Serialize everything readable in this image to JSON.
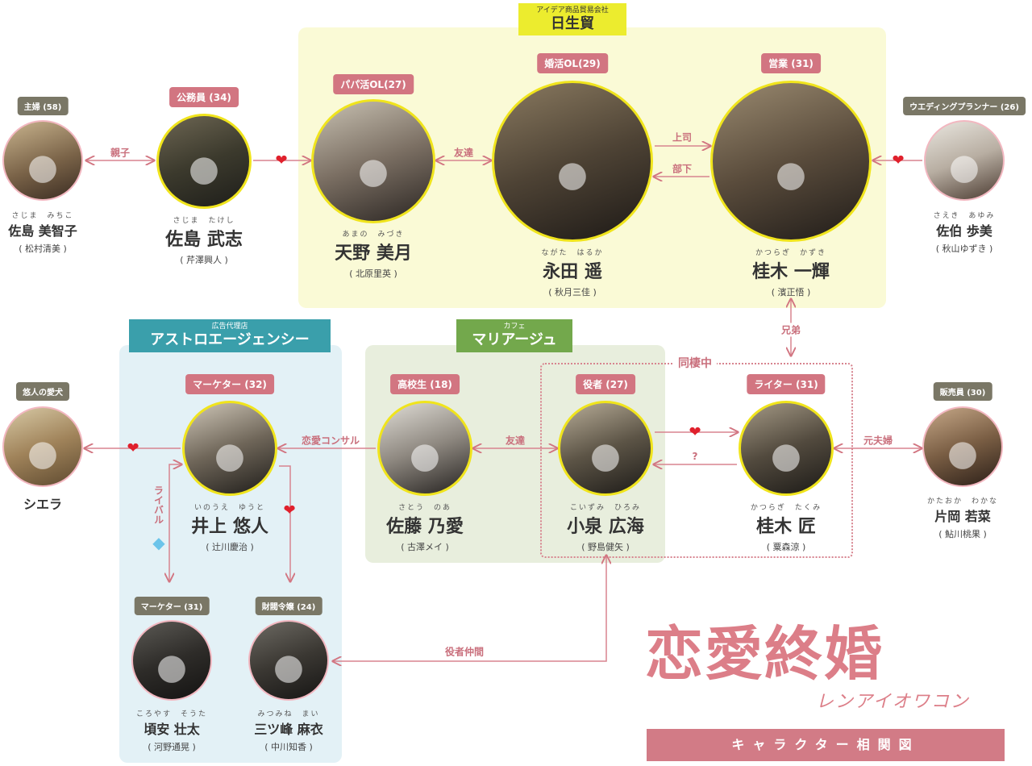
{
  "orgs": {
    "nisseibo": {
      "sub": "アイデア商品貿易会社",
      "main": "日生貿"
    },
    "astro": {
      "sub": "広告代理店",
      "main": "アストロエージェンシー"
    },
    "cafe": {
      "sub": "カフェ",
      "main": "マリアージュ"
    }
  },
  "living_together_label": "同棲中",
  "characters": {
    "michiko": {
      "role": "主婦 (58)",
      "ruby": "さじま　みちこ",
      "name": "佐島 美智子",
      "actor": "( 松村清美 )"
    },
    "takeshi": {
      "role": "公務員 (34)",
      "ruby": "さじま　たけし",
      "name": "佐島 武志",
      "actor": "( 芹澤興人 )"
    },
    "mizuki": {
      "role": "パパ活OL(27)",
      "ruby": "あまの　みづき",
      "name": "天野 美月",
      "actor": "( 北原里英 )"
    },
    "haruka": {
      "role": "婚活OL(29)",
      "ruby": "ながた　はるか",
      "name": "永田 遥",
      "actor": "( 秋月三佳 )"
    },
    "kazuki": {
      "role": "営業 (31)",
      "ruby": "かつらぎ　かずき",
      "name": "桂木 一輝",
      "actor": "( 濱正悟 )"
    },
    "ayumi": {
      "role": "ウエディングプランナー (26)",
      "ruby": "さえき　あゆみ",
      "name": "佐伯 歩美",
      "actor": "( 秋山ゆずき )"
    },
    "shiera": {
      "role": "悠人の愛犬",
      "name": "シエラ"
    },
    "yuto": {
      "role": "マーケター (32)",
      "ruby": "いのうえ　ゆうと",
      "name": "井上 悠人",
      "actor": "( 辻川慶治 )"
    },
    "noa": {
      "role": "高校生 (18)",
      "ruby": "さとう　のあ",
      "name": "佐藤 乃愛",
      "actor": "( 古澤メイ )"
    },
    "hiromi": {
      "role": "役者 (27)",
      "ruby": "こいずみ　ひろみ",
      "name": "小泉 広海",
      "actor": "( 野島健矢 )"
    },
    "takumi": {
      "role": "ライター (31)",
      "ruby": "かつらぎ　たくみ",
      "name": "桂木 匠",
      "actor": "( 粟森涼 )"
    },
    "wakana": {
      "role": "販売員 (30)",
      "ruby": "かたおか　わかな",
      "name": "片岡 若菜",
      "actor": "( 鮎川桃果 )"
    },
    "souta": {
      "role": "マーケター (31)",
      "ruby": "ころやす　そうた",
      "name": "頃安 壮太",
      "actor": "( 河野通晃 )"
    },
    "mai": {
      "role": "財閥令嬢 (24)",
      "ruby": "みつみね　まい",
      "name": "三ツ峰 麻衣",
      "actor": "( 中川知香 )"
    }
  },
  "relations": {
    "oyako": "親子",
    "tomodachi1": "友達",
    "joushi": "上司",
    "buka": "部下",
    "kyoudai": "兄弟",
    "renai_consul": "恋愛コンサル",
    "tomodachi2": "友達",
    "question": "?",
    "motofuufu": "元夫婦",
    "rival": "ライバル",
    "yakusha_nakama": "役者仲間"
  },
  "logo": {
    "main": "恋愛終婚",
    "sub": "レンアイオワコン"
  },
  "title": "キャラクター相関図",
  "colors": {
    "accent_pink": "#d27581",
    "main_ring": "#f0e41c",
    "heart": "#e0202c",
    "gem": "#6bc4ea"
  }
}
